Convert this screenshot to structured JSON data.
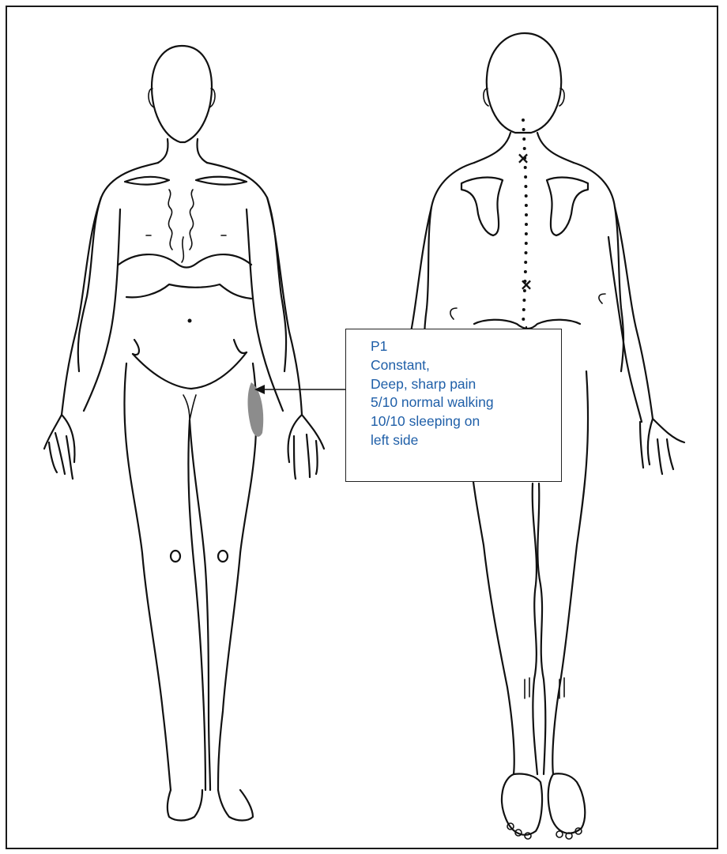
{
  "callout": {
    "label": "P1",
    "lines": [
      "Constant,",
      "Deep, sharp pain",
      "5/10 normal walking",
      "10/10 sleeping on",
      "left side"
    ]
  },
  "colors": {
    "callout_text": "#1f5fa8",
    "pain_area": "#8c8c8c",
    "line_art": "#111111"
  },
  "markers": {
    "spine_marks": [
      "×",
      "×"
    ]
  }
}
